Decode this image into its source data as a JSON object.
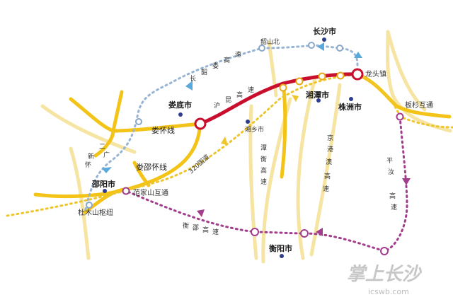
{
  "colors": {
    "road_yellow": "#f3c417",
    "road_pale": "#f6e4a2",
    "shanghai_kunming": "#c8102e",
    "route_blue": "#98b4d4",
    "route_purple": "#a23c8c",
    "route_320": "#eec52a",
    "city_dot": "#2e3d8f",
    "watermark": "#c7c7c7"
  },
  "cities": {
    "changsha": "长沙市",
    "xiangtan": "湘潭市",
    "zhuzhou": "株洲市",
    "loudi": "娄底市",
    "shaoyang": "邵阳市",
    "hengyang": "衡阳市",
    "xiangxiang": "湘乡市"
  },
  "places": {
    "shaoshan_north": "韶山北",
    "longtou_town": "龙头镇",
    "banshan_interchange": "板杉互通",
    "fanjiashan_interchange": "范家山互通",
    "dumushan_hub": "杜木山枢纽"
  },
  "roads": {
    "changshao_lou": [
      "长",
      "韶",
      "娄",
      "高",
      "速"
    ],
    "hukun": [
      "沪",
      "昆",
      "高",
      "速"
    ],
    "louhuai": "娄怀线",
    "loushaohuai": "娄邵怀线",
    "guodao_320": "320国道",
    "tanheng": [
      "潭",
      "衡",
      "高",
      "速"
    ],
    "jinggangao": [
      "京",
      "港",
      "澳",
      "高",
      "速"
    ],
    "pingru": [
      "平",
      "汝",
      "高",
      "速"
    ],
    "hengshao": [
      "衡",
      "邵",
      "高",
      "速"
    ],
    "huaixin": [
      "怀",
      "新",
      "二",
      "广"
    ]
  },
  "watermark": {
    "logo_text": "掌上长沙",
    "url": "icswb.com"
  }
}
